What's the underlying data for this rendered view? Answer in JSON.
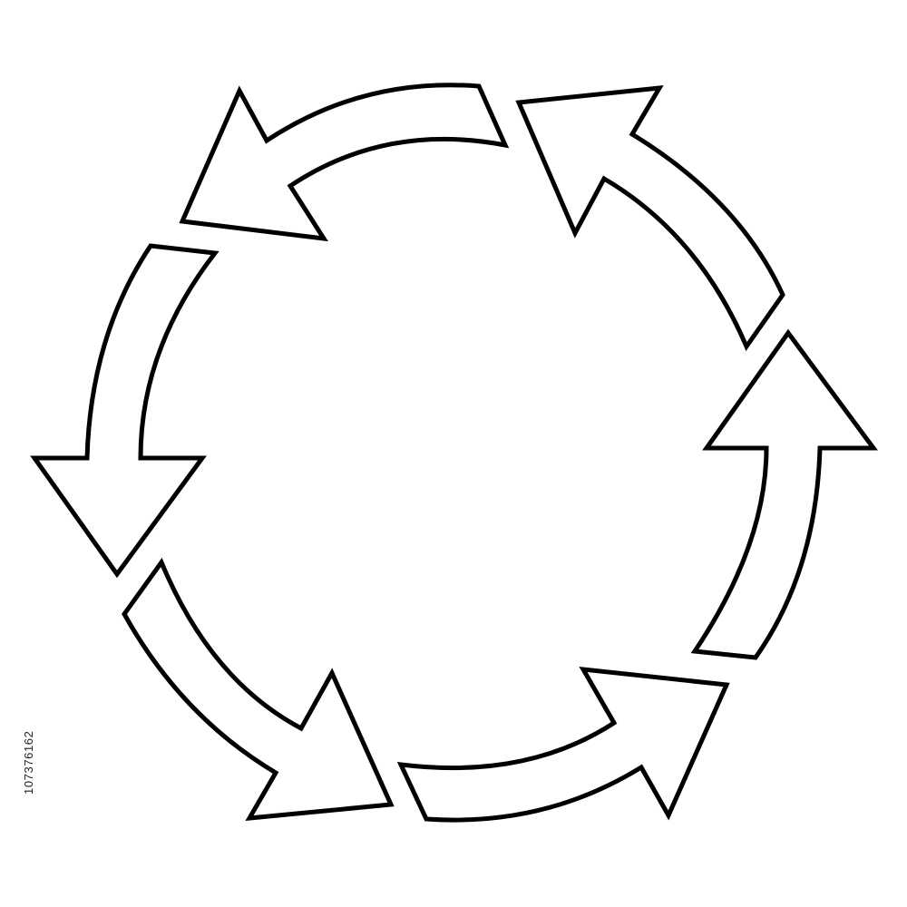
{
  "diagram": {
    "type": "circular-cycle",
    "arrow_count": 6,
    "direction": "counterclockwise",
    "arrows": [
      {
        "id": "top-left",
        "points_toward": "left"
      },
      {
        "id": "left",
        "points_toward": "down"
      },
      {
        "id": "bottom-left",
        "points_toward": "right"
      },
      {
        "id": "bottom-right",
        "points_toward": "up-right"
      },
      {
        "id": "right",
        "points_toward": "up"
      },
      {
        "id": "top-right",
        "points_toward": "up-left"
      }
    ],
    "colors": {
      "stroke": "#000000",
      "fill": "#ffffff",
      "background": "#ffffff"
    }
  },
  "side_text": "107376162"
}
